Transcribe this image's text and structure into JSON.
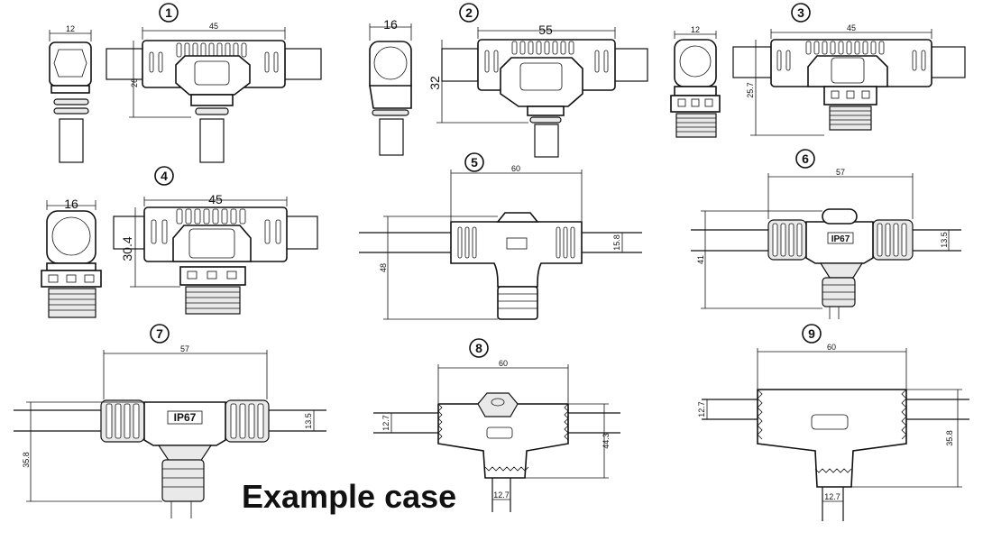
{
  "caption": "Example case",
  "badge": "IP67",
  "variants": [
    {
      "number": "1",
      "dims": [
        "12",
        "45",
        "26"
      ]
    },
    {
      "number": "2",
      "dims": [
        "16",
        "55",
        "32"
      ]
    },
    {
      "number": "3",
      "dims": [
        "12",
        "45",
        "25.7"
      ]
    },
    {
      "number": "4",
      "dims": [
        "16",
        "45",
        "30.4"
      ]
    },
    {
      "number": "5",
      "dims": [
        "60",
        "48",
        "15.8"
      ]
    },
    {
      "number": "6",
      "dims": [
        "57",
        "41",
        "13.5"
      ]
    },
    {
      "number": "7",
      "dims": [
        "57",
        "35.8",
        "13.5"
      ]
    },
    {
      "number": "8",
      "dims": [
        "60",
        "12.7",
        "44.3",
        "12.7"
      ]
    },
    {
      "number": "9",
      "dims": [
        "60",
        "12.7",
        "35.8",
        "12.7"
      ]
    }
  ]
}
